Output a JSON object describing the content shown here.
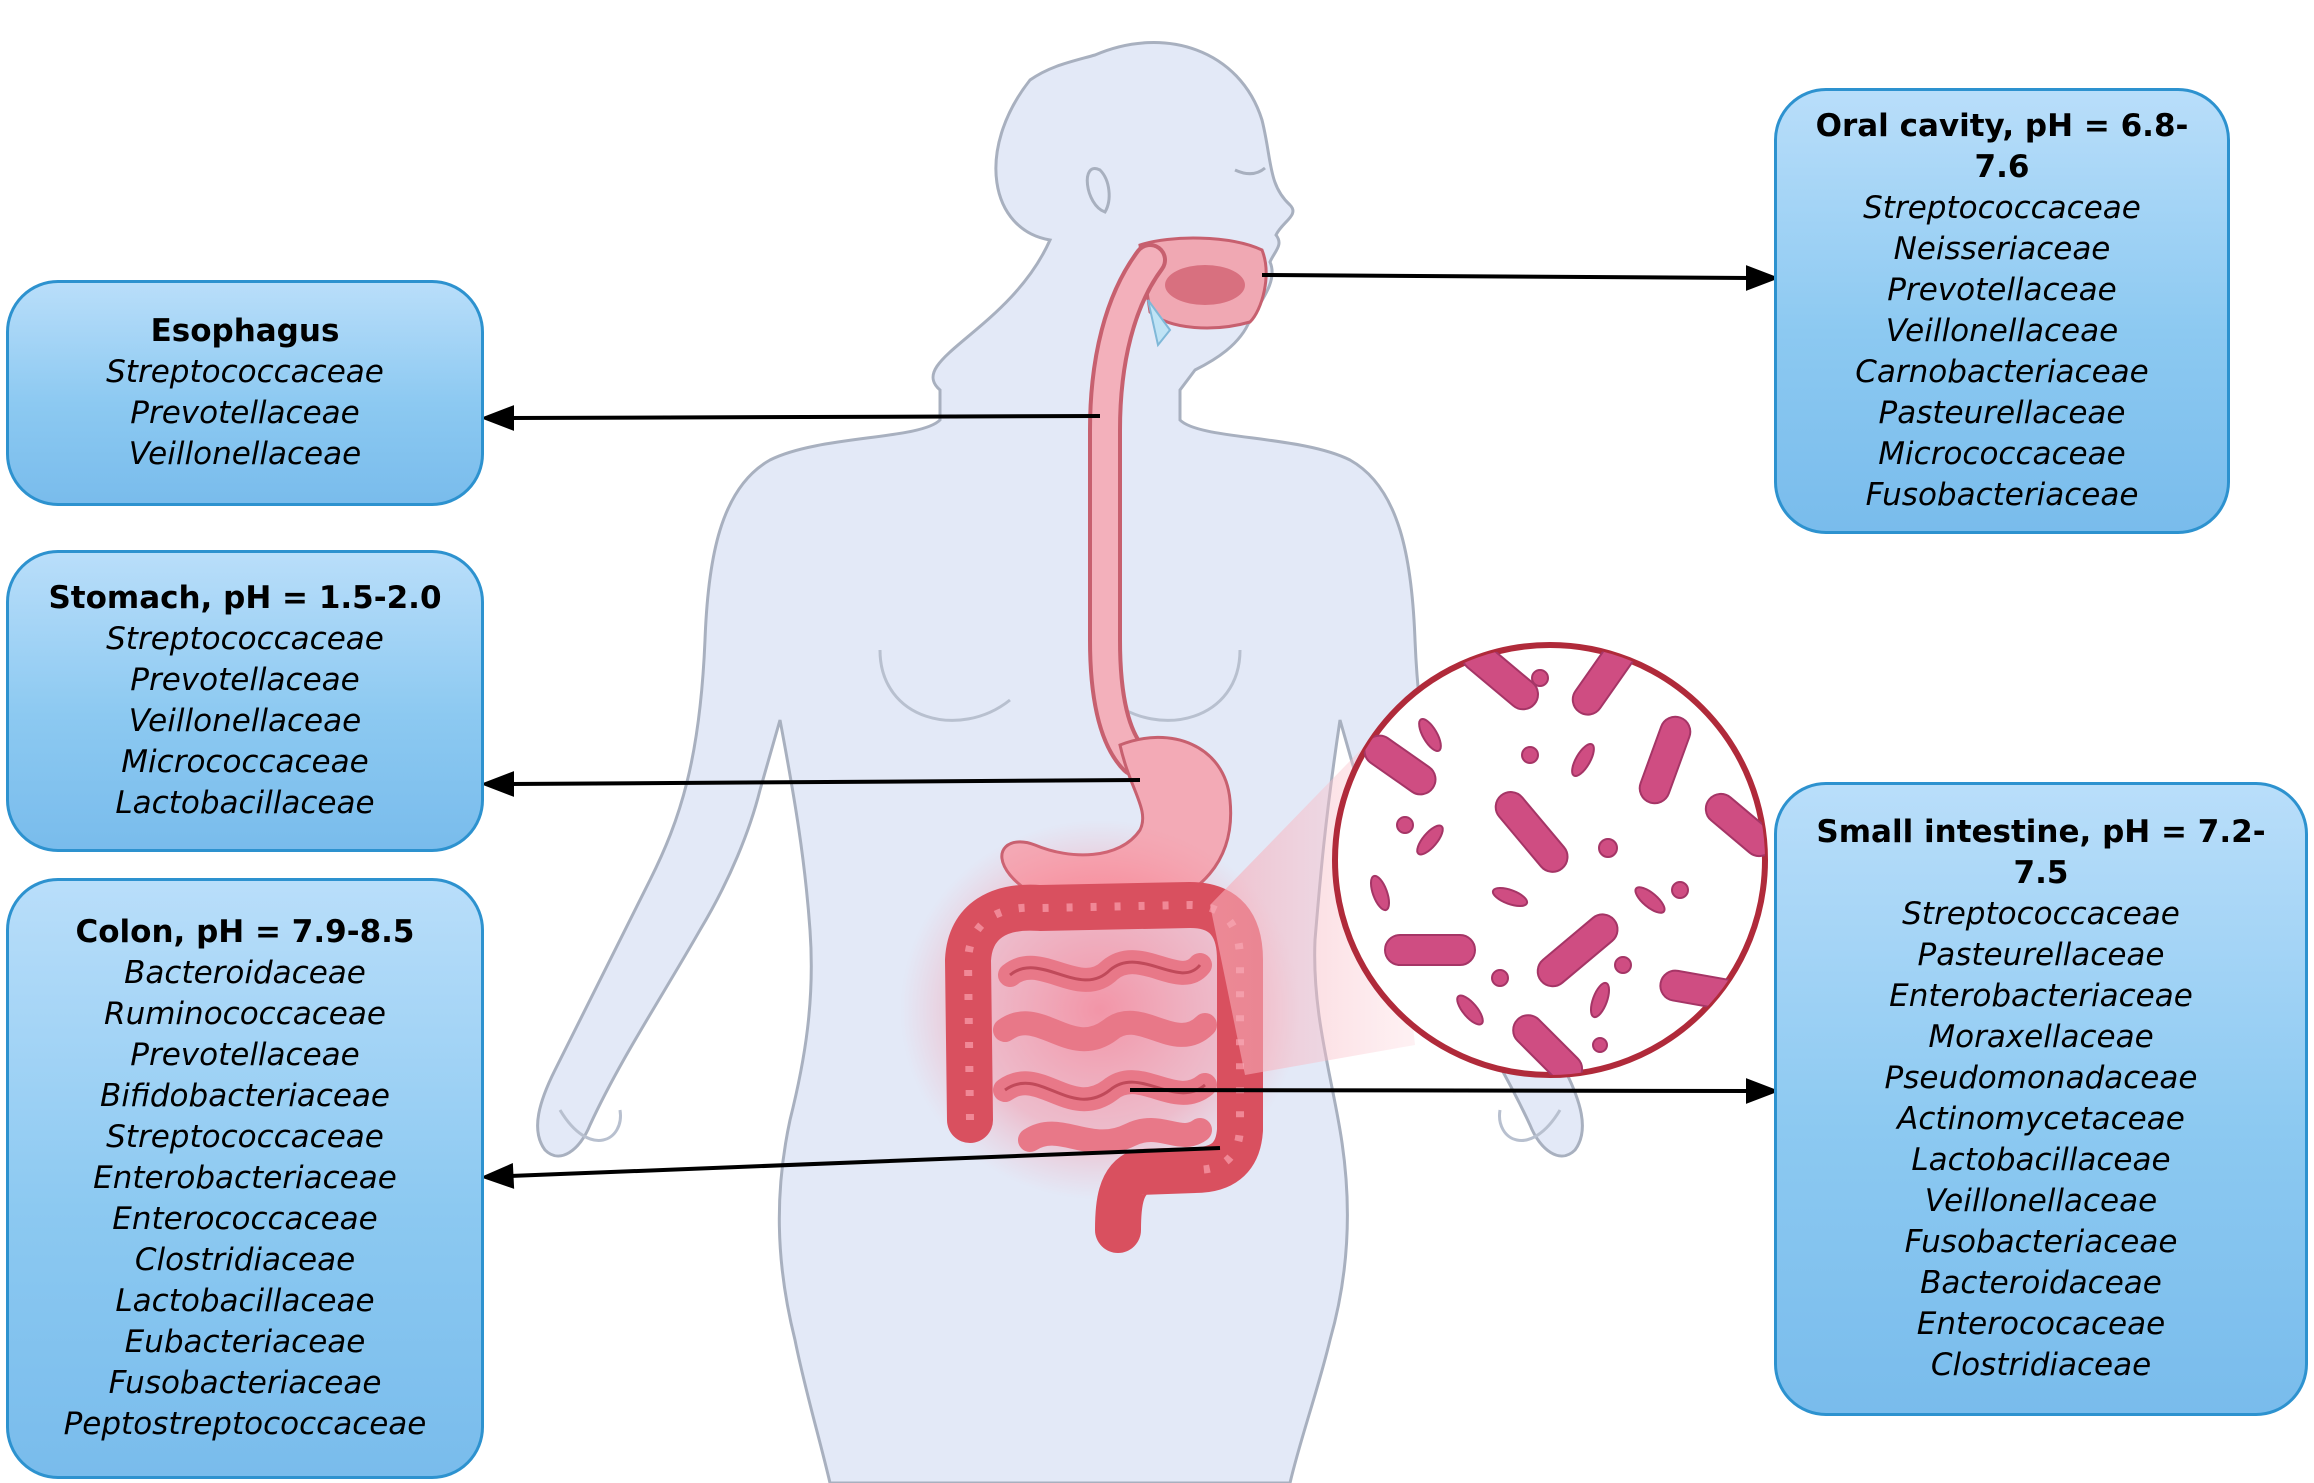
{
  "regions": {
    "esophagus": {
      "title": "Esophagus",
      "families": [
        "Streptococcaceae",
        "Prevotellaceae",
        "Veillonellaceae"
      ]
    },
    "stomach": {
      "title": "Stomach, pH = 1.5-2.0",
      "families": [
        "Streptococcaceae",
        "Prevotellaceae",
        "Veillonellaceae",
        "Micrococcaceae",
        "Lactobacillaceae"
      ]
    },
    "colon": {
      "title": "Colon, pH = 7.9-8.5",
      "families": [
        "Bacteroidaceae",
        "Ruminococcaceae",
        "Prevotellaceae",
        "Bifidobacteriaceae",
        "Streptococcaceae",
        "Enterobacteriaceae",
        "Enterococcaceae",
        "Clostridiaceae",
        "Lactobacillaceae",
        "Eubacteriaceae",
        "Fusobacteriaceae",
        "Peptostreptococcaceae"
      ]
    },
    "oral_cavity": {
      "title": "Oral cavity, pH = 6.8-7.6",
      "families": [
        "Streptococcaceae",
        "Neisseriaceae",
        "Prevotellaceae",
        "Veillonellaceae",
        "Carnobacteriaceae",
        "Pasteurellaceae",
        "Micrococcaceae",
        "Fusobacteriaceae"
      ]
    },
    "small_intestine": {
      "title": "Small intestine, pH = 7.2-7.5",
      "families": [
        "Streptococcaceae",
        "Pasteurellaceae",
        "Enterobacteriaceae",
        "Moraxellaceae",
        "Pseudomonadaceae",
        "Actinomycetaceae",
        "Lactobacillaceae",
        "Veillonellaceae",
        "Fusobacteriaceae",
        "Bacteroidaceae",
        "Enterococaceae",
        "Clostridiaceae"
      ]
    }
  },
  "colors": {
    "box_border": "#2d92cf",
    "box_fill": "#8cc9f1",
    "body_fill": "#e3e9f7",
    "organ_pink": "#ef9aa8",
    "intestine_red": "#e35b6c",
    "bacteria": "#cf4d82"
  }
}
